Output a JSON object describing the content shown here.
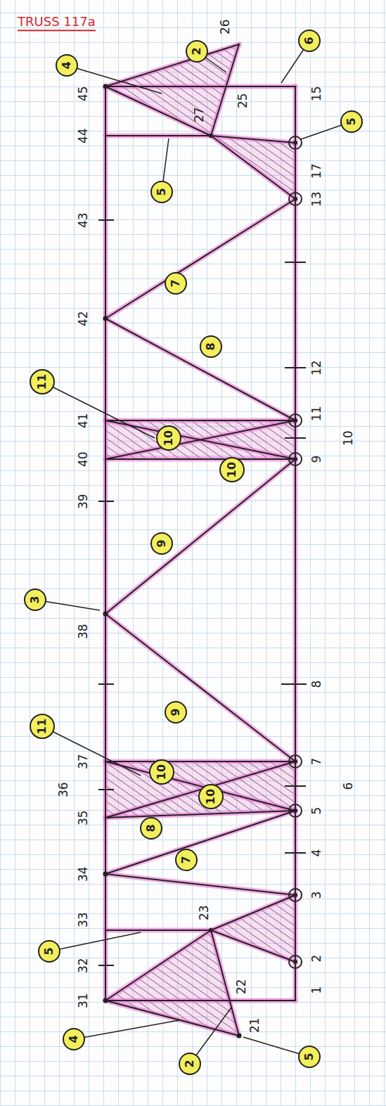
{
  "diagram": {
    "title": "TRUSS 117a",
    "nodes": [
      {
        "text": [
          "4"
        ]
      },
      {
        "text": [
          "2"
        ]
      },
      {
        "text": [
          "5"
        ]
      },
      {
        "text": [
          "5"
        ]
      },
      {
        "text": [
          "7"
        ]
      },
      {
        "text": [
          "8"
        ]
      },
      {
        "text": [
          "10"
        ]
      },
      {
        "text": [
          "10"
        ]
      },
      {
        "text": [
          "11"
        ]
      },
      {
        "text": [
          "9"
        ]
      },
      {
        "text": [
          "3"
        ]
      },
      {
        "text": [
          "9"
        ]
      },
      {
        "text": [
          "10"
        ]
      },
      {
        "text": [
          "10"
        ]
      },
      {
        "text": [
          "11"
        ]
      },
      {
        "text": [
          "8"
        ]
      },
      {
        "text": [
          "7"
        ]
      },
      {
        "text": [
          "5"
        ]
      },
      {
        "text": [
          "4"
        ]
      },
      {
        "text": [
          "2"
        ]
      },
      {
        "text": [
          "6"
        ]
      },
      {
        "text": [
          "5"
        ]
      }
    ],
    "labels": [
      "31",
      "32",
      "33",
      "34",
      "35",
      "36",
      "37",
      "38",
      "39",
      "40",
      "41",
      "42",
      "43",
      "44",
      "45",
      "1",
      "2",
      "3",
      "4",
      "5",
      "6",
      "7",
      "8",
      "9",
      "10",
      "11",
      "12",
      "13",
      "15",
      "17",
      "21",
      "22",
      "23",
      "25",
      "26",
      "27"
    ]
  }
}
